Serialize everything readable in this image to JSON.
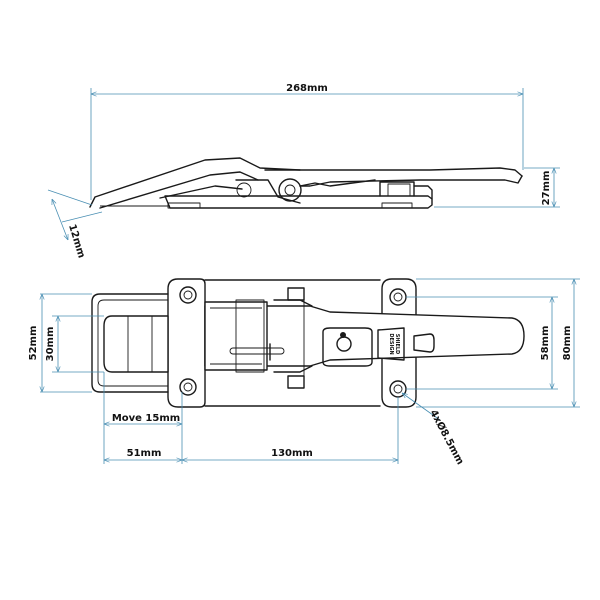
{
  "dimensions": {
    "overall_length": "268mm",
    "side_height": "27mm",
    "lever_thickness": "12mm",
    "strap_width": "52mm",
    "strap_inner": "30mm",
    "hole_spacing": "58mm",
    "plate_height": "80mm",
    "move": "Move 15mm",
    "strap_length": "51mm",
    "body_length": "130mm",
    "holes": "4xØ8.5mm"
  },
  "nameplate": {
    "line1": "DESIGN",
    "line2": "SHIELD"
  },
  "colors": {
    "dimension_line": "#4a8fb3",
    "outline": "#1a1a1a"
  }
}
